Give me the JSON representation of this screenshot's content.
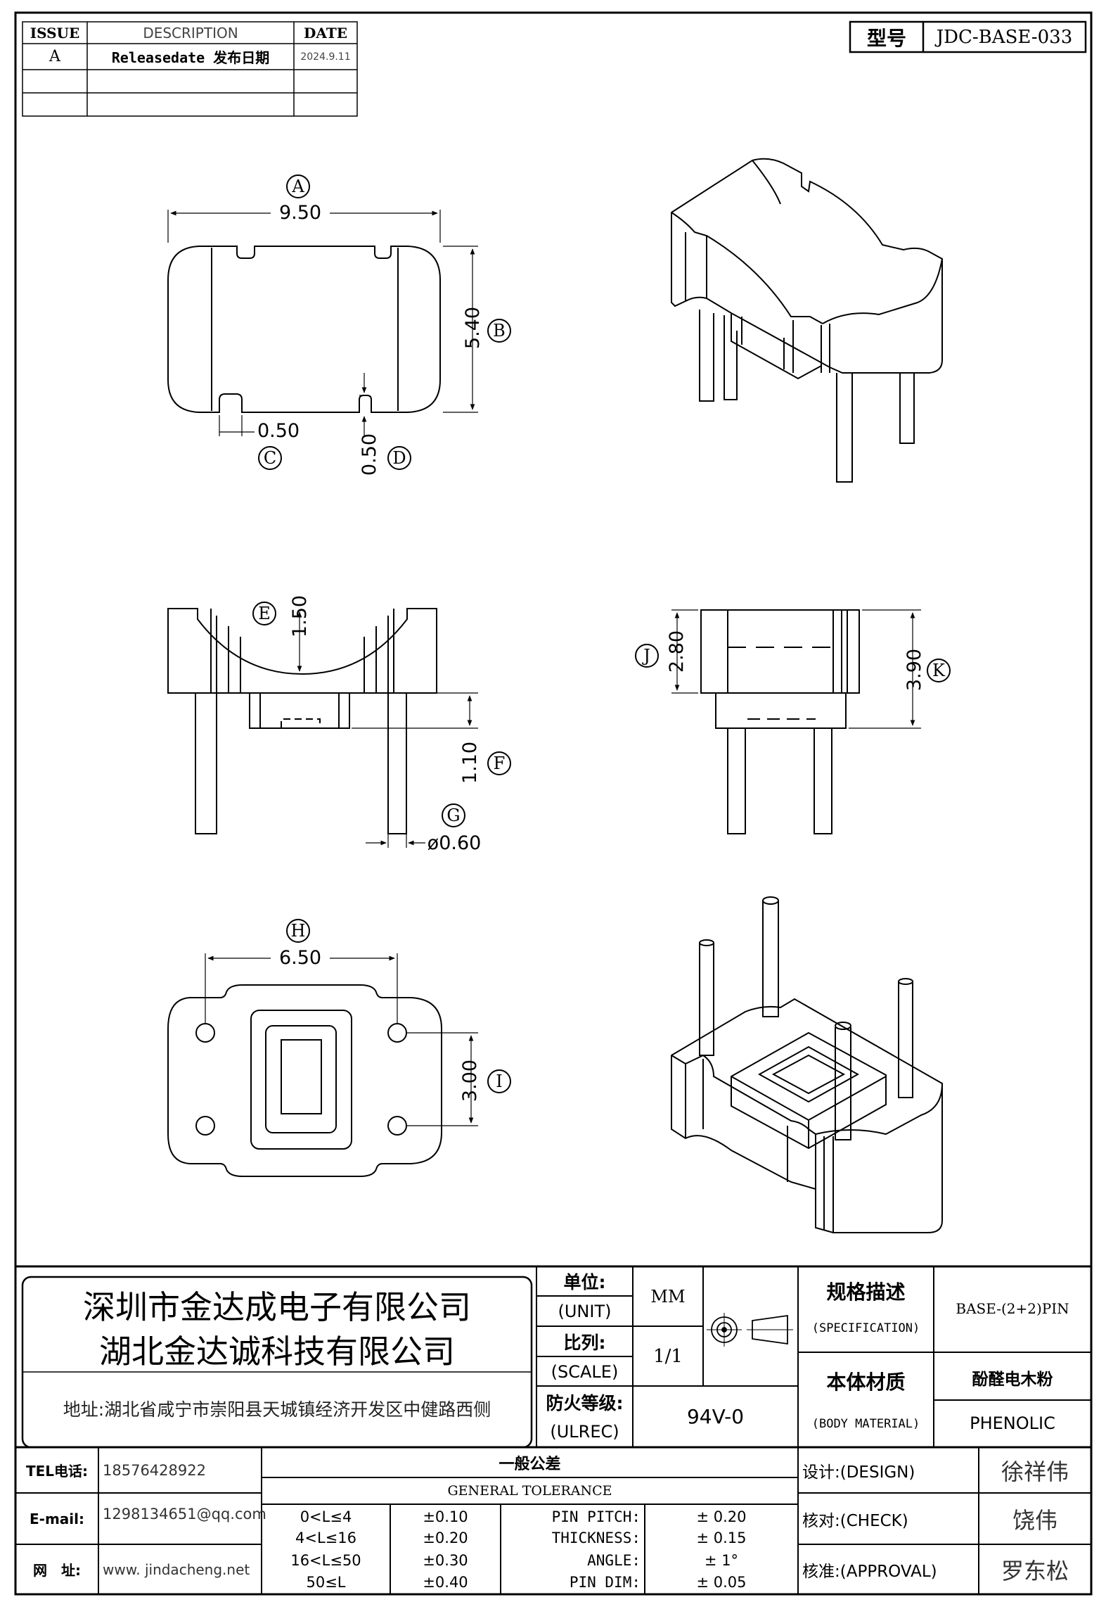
{
  "revision_table": {
    "headers": {
      "issue": "ISSUE",
      "description": "DESCRIPTION",
      "date": "DATE"
    },
    "rows": [
      {
        "issue": "A",
        "description": "Releasedate 发布日期",
        "date": "2024.9.11"
      }
    ]
  },
  "model": {
    "label": "型号",
    "value": "JDC-BASE-033"
  },
  "dimensions": {
    "A": "9.50",
    "B": "5.40",
    "C": "0.50",
    "D": "0.50",
    "E": "1.50",
    "F": "1.10",
    "G": "ø0.60",
    "H": "6.50",
    "I": "3.00",
    "J": "2.80",
    "K": "3.90"
  },
  "callouts": [
    "A",
    "B",
    "C",
    "D",
    "E",
    "F",
    "G",
    "H",
    "I",
    "J",
    "K"
  ],
  "company": {
    "name_1": "深圳市金达成电子有限公司",
    "name_2": "湖北金达诚科技有限公司",
    "address": "地址:湖北省咸宁市崇阳县天城镇经济开发区中健路西侧"
  },
  "title_block": {
    "unit_cn": "单位:",
    "unit_en": "(UNIT)",
    "unit_value": "MM",
    "scale_cn": "比列:",
    "scale_en": "(SCALE)",
    "scale_value": "1/1",
    "fire_cn": "防火等级:",
    "fire_en": "(ULREC)",
    "fire_value": "94V-0",
    "spec_cn": "规格描述",
    "spec_en": "(SPECIFICATION)",
    "spec_value": "BASE-(2+2)PIN",
    "material_cn": "本体材质",
    "material_en": "(BODY MATERIAL)",
    "material_value_cn": "酚醛电木粉",
    "material_value_en": "PHENOLIC"
  },
  "contact": {
    "tel_label": "TEL电话:",
    "tel": "18576428922",
    "email_label": "E-mail:",
    "email": "1298134651@qq.com",
    "web_label": "网　址:",
    "web": "www. jindacheng.net"
  },
  "tolerance": {
    "title_cn": "一般公差",
    "title_en": "GENERAL TOLERANCE",
    "rows": [
      {
        "range": "0<L≤4",
        "tol": "±0.10",
        "param": "PIN PITCH:",
        "val": "±  0.20"
      },
      {
        "range": "4<L≤16",
        "tol": "±0.20",
        "param": "THICKNESS:",
        "val": "±  0.15"
      },
      {
        "range": "16<L≤50",
        "tol": "±0.30",
        "param": "ANGLE:",
        "val": "±  1°"
      },
      {
        "range": "50≤L",
        "tol": "±0.40",
        "param": "PIN DIM:",
        "val": "±  0.05"
      }
    ]
  },
  "approvals": {
    "design_label": "设计:(DESIGN)",
    "design_name": "徐祥伟",
    "check_label": "核对:(CHECK)",
    "check_name": "饶伟",
    "approval_label": "核准:(APPROVAL)",
    "approval_name": "罗东松"
  }
}
